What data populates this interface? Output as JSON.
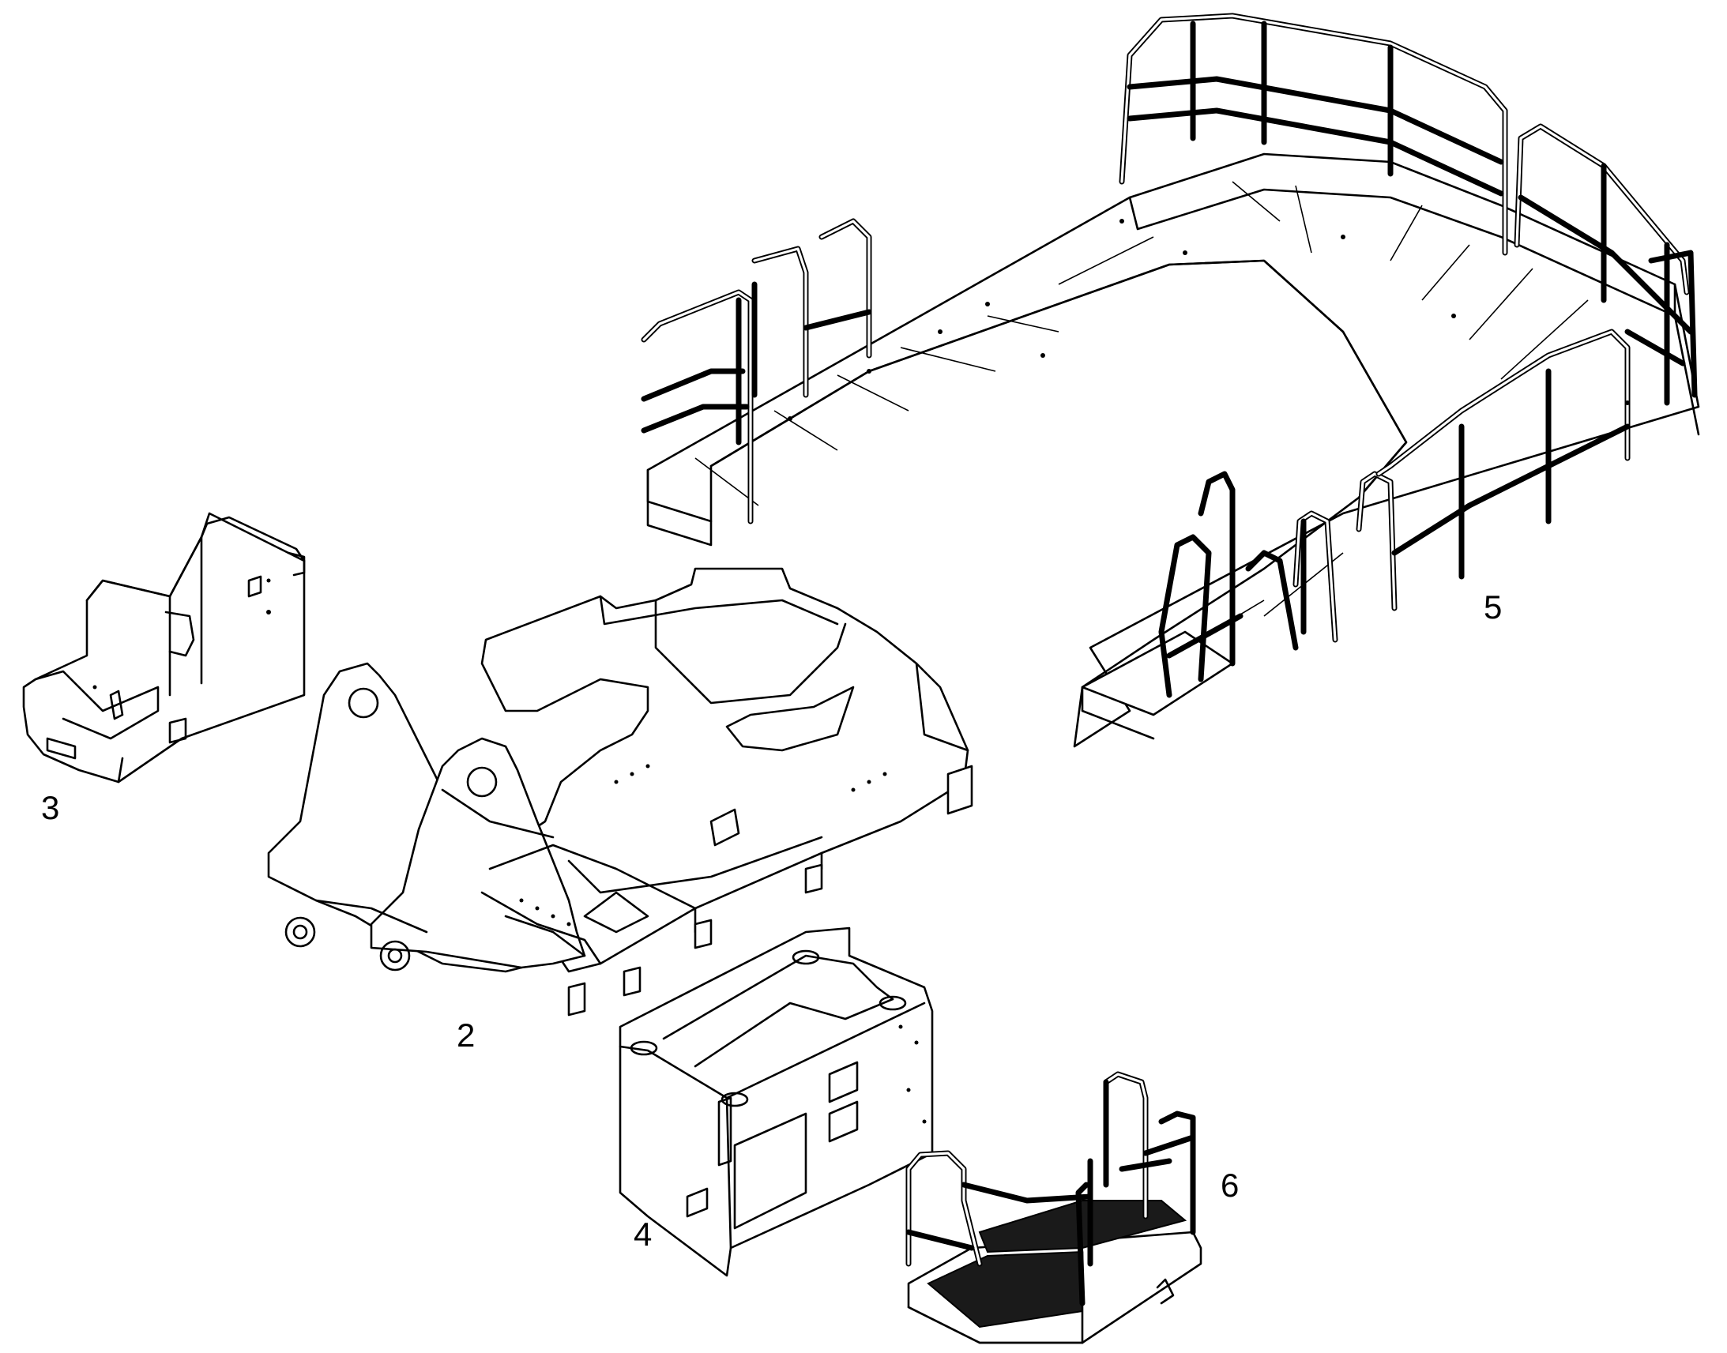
{
  "callouts": {
    "frame": "2",
    "cab_shell": "3",
    "counterweight_box": "4",
    "platform": "5",
    "step_module": "6"
  },
  "colors": {
    "ink": "#000000",
    "paper": "#ffffff"
  }
}
